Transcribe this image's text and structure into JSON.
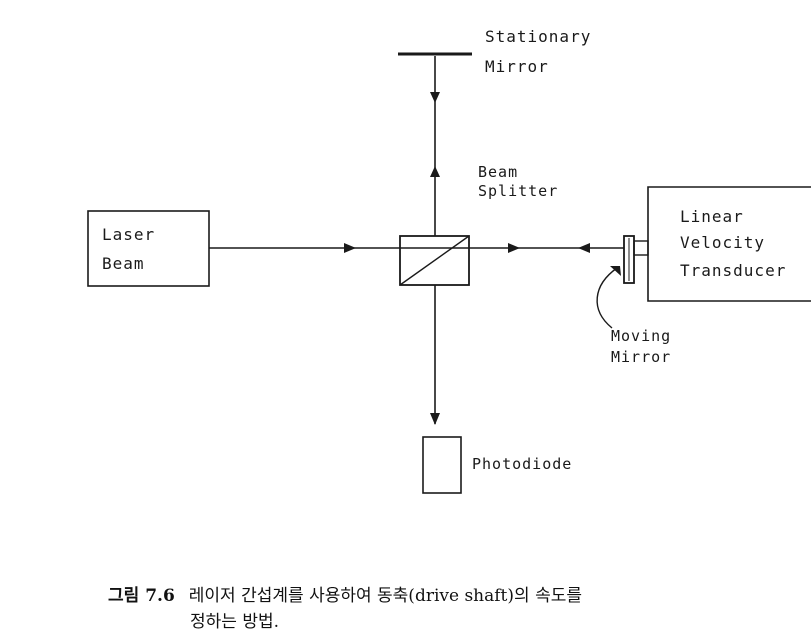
{
  "labels": {
    "stationary_mirror": [
      "Stationary",
      "Mirror"
    ],
    "beam_splitter": [
      "Beam",
      "Splitter"
    ],
    "laser_beam": [
      "Laser",
      "Beam"
    ],
    "linear_velocity_transducer": [
      "Linear",
      "Velocity",
      "Transducer"
    ],
    "moving_mirror": [
      "Moving",
      "Mirror"
    ],
    "photodiode": "Photodiode"
  },
  "caption": {
    "number": "그림 7.6",
    "line1": "레이저  간섭계를 사용하여 동축(drive shaft)의 속도를",
    "line2": "정하는 방법."
  },
  "colors": {
    "line": "#1a1a1a",
    "background": "#ffffff"
  }
}
